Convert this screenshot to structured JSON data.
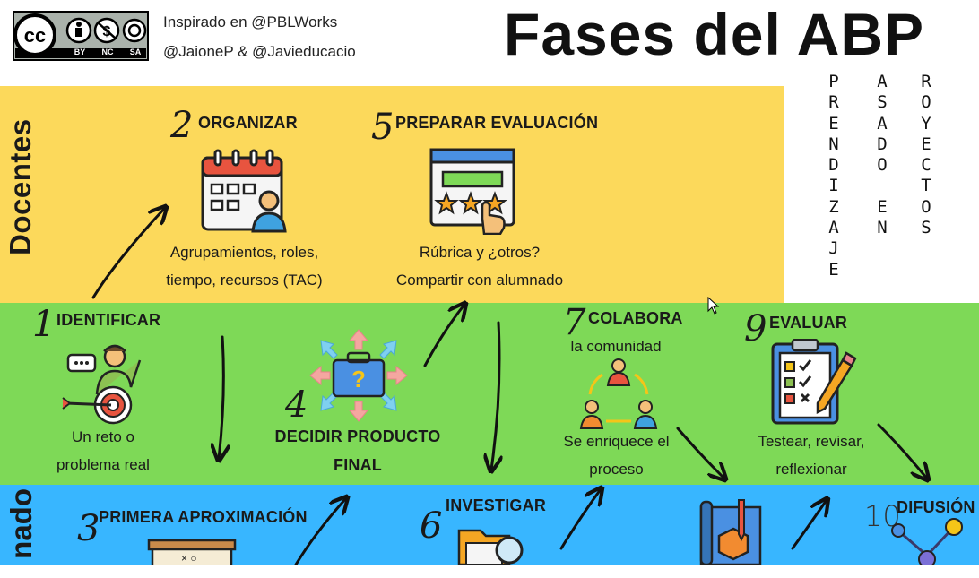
{
  "header": {
    "license_badge": {
      "top_symbols": [
        "cc",
        "by",
        "nc",
        "sa"
      ],
      "labels": [
        "BY",
        "NC",
        "SA"
      ]
    },
    "credit_line1": "Inspirado en @PBLWorks",
    "credit_line2": "@JaioneP & @Javieducacio",
    "title": "Fases del ABP",
    "acronym_columns": [
      "PRENDIZAJE",
      "ASADO EN",
      "ROYECTOS"
    ]
  },
  "bands": {
    "docentes": {
      "label": "Docentes",
      "color": "#fcd95b"
    },
    "middle": {
      "color": "#7ed957"
    },
    "alumnado": {
      "label_visible": "nado",
      "color": "#38b6ff"
    }
  },
  "phases": {
    "p1": {
      "number": "1",
      "title": "IDENTIFICAR",
      "line1": "Un reto o",
      "line2": "problema real",
      "icon": "student-target-icon"
    },
    "p2": {
      "number": "2",
      "title": "ORGANIZAR",
      "line1": "Agrupamientos, roles,",
      "line2": "tiempo, recursos (TAC)",
      "icon": "calendar-user-icon"
    },
    "p3": {
      "number": "3",
      "title": "PRIMERA APROXIMACIÓN",
      "icon": "board-icon"
    },
    "p4": {
      "number": "4",
      "title_line1": "DECIDIR PRODUCTO",
      "title_line2": "FINAL",
      "icon": "briefcase-question-icon"
    },
    "p5": {
      "number": "5",
      "title": "PREPARAR EVALUACIÓN",
      "line1": "Rúbrica y ¿otros?",
      "line2": "Compartir con alumnado",
      "icon": "rubric-stars-icon"
    },
    "p6": {
      "number": "6",
      "title": "INVESTIGAR",
      "icon": "folder-search-icon"
    },
    "p7": {
      "number": "7",
      "title": "COLABORA",
      "line0": "la comunidad",
      "line1": "Se enriquece el",
      "line2": "proceso",
      "icon": "community-cycle-icon"
    },
    "p8": {
      "icon": "design-product-icon"
    },
    "p9": {
      "number": "9",
      "title": "EVALUAR",
      "line1": "Testear, revisar,",
      "line2": "reflexionar",
      "icon": "clipboard-checklist-icon"
    },
    "p10": {
      "number": "10",
      "title": "DIFUSIÓN",
      "icon": "network-share-icon"
    }
  },
  "colors": {
    "ink": "#1a1a1a",
    "star": "#f5a623",
    "blue_icon": "#4a90e2",
    "orange": "#f28b30"
  }
}
